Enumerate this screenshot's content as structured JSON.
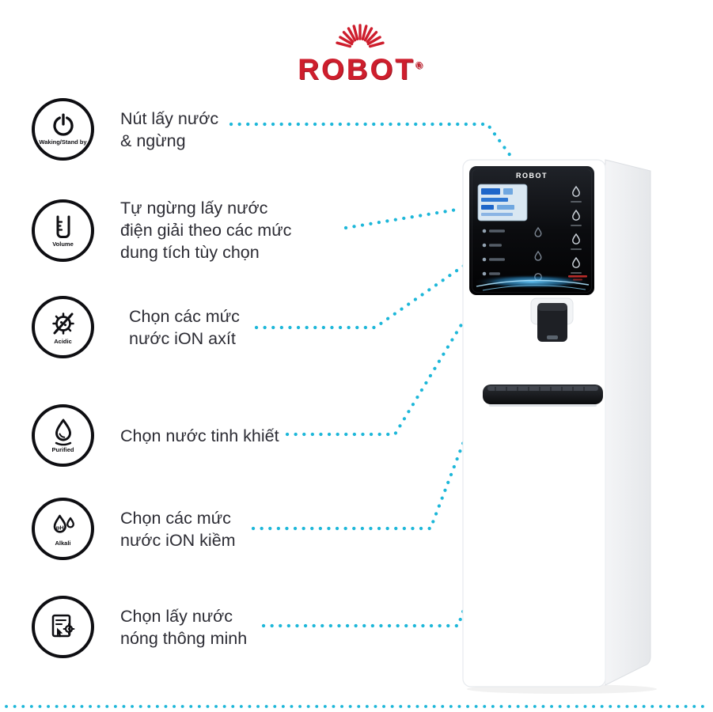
{
  "brand": {
    "name": "ROBOT",
    "registered": "®"
  },
  "features": [
    {
      "name": "power",
      "label": "Waking/Stand by",
      "lines": [
        "Nút lấy nước",
        "& ngừng"
      ]
    },
    {
      "name": "volume",
      "label": "Volume",
      "lines": [
        "Tự ngừng lấy nước",
        "điện giải theo các mức",
        "dung tích tùy chọn"
      ]
    },
    {
      "name": "acidic",
      "label": "Acidic",
      "lines": [
        "Chọn các mức",
        "nước iON axít"
      ]
    },
    {
      "name": "purified",
      "label": "Purified",
      "lines": [
        "Chọn nước tinh khiết"
      ]
    },
    {
      "name": "alkali",
      "label": "Alkali",
      "drop_text": "pH",
      "lines": [
        "Chọn các mức",
        "nước iON kiềm"
      ]
    },
    {
      "name": "smart",
      "label": "",
      "lines": [
        "Chọn lấy nước",
        "nóng thông minh"
      ]
    }
  ],
  "device": {
    "panel_brand": "ROBOT"
  },
  "colors": {
    "accent": "#1db7d9",
    "brand_red": "#ce1e2d",
    "text": "#2c2c34"
  }
}
